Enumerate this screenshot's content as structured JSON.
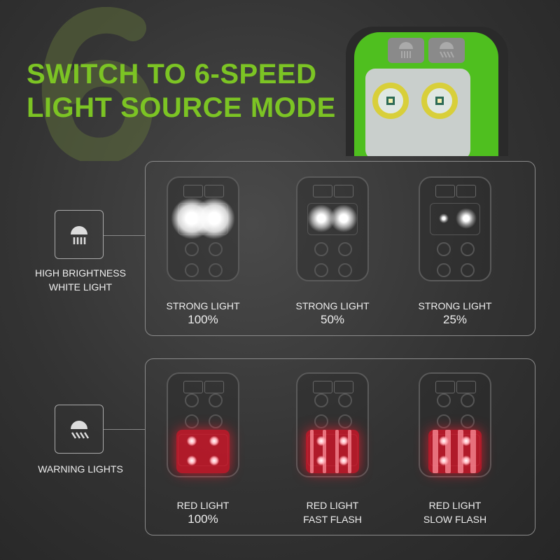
{
  "title": {
    "number": "6",
    "line1": "SWITCH TO 6-SPEED",
    "line2": "LIGHT SOURCE MODE"
  },
  "colors": {
    "accent": "#7cc424",
    "red": "#ff2030"
  },
  "white_group": {
    "icon": "white-light-icon",
    "label_line1": "HIGH BRIGHTNESS",
    "label_line2": "WHITE LIGHT",
    "modes": [
      {
        "label": "STRONG LIGHT",
        "value": "100%",
        "brightness": 1.0
      },
      {
        "label": "STRONG LIGHT",
        "value": "50%",
        "brightness": 0.5
      },
      {
        "label": "STRONG LIGHT",
        "value": "25%",
        "brightness": 0.25
      }
    ]
  },
  "red_group": {
    "icon": "warning-light-icon",
    "label": "WARNING LIGHTS",
    "modes": [
      {
        "label": "RED LIGHT",
        "value": "100%"
      },
      {
        "label": "RED LIGHT",
        "value": "FAST FLASH"
      },
      {
        "label": "RED LIGHT",
        "value": "SLOW FLASH"
      }
    ]
  }
}
